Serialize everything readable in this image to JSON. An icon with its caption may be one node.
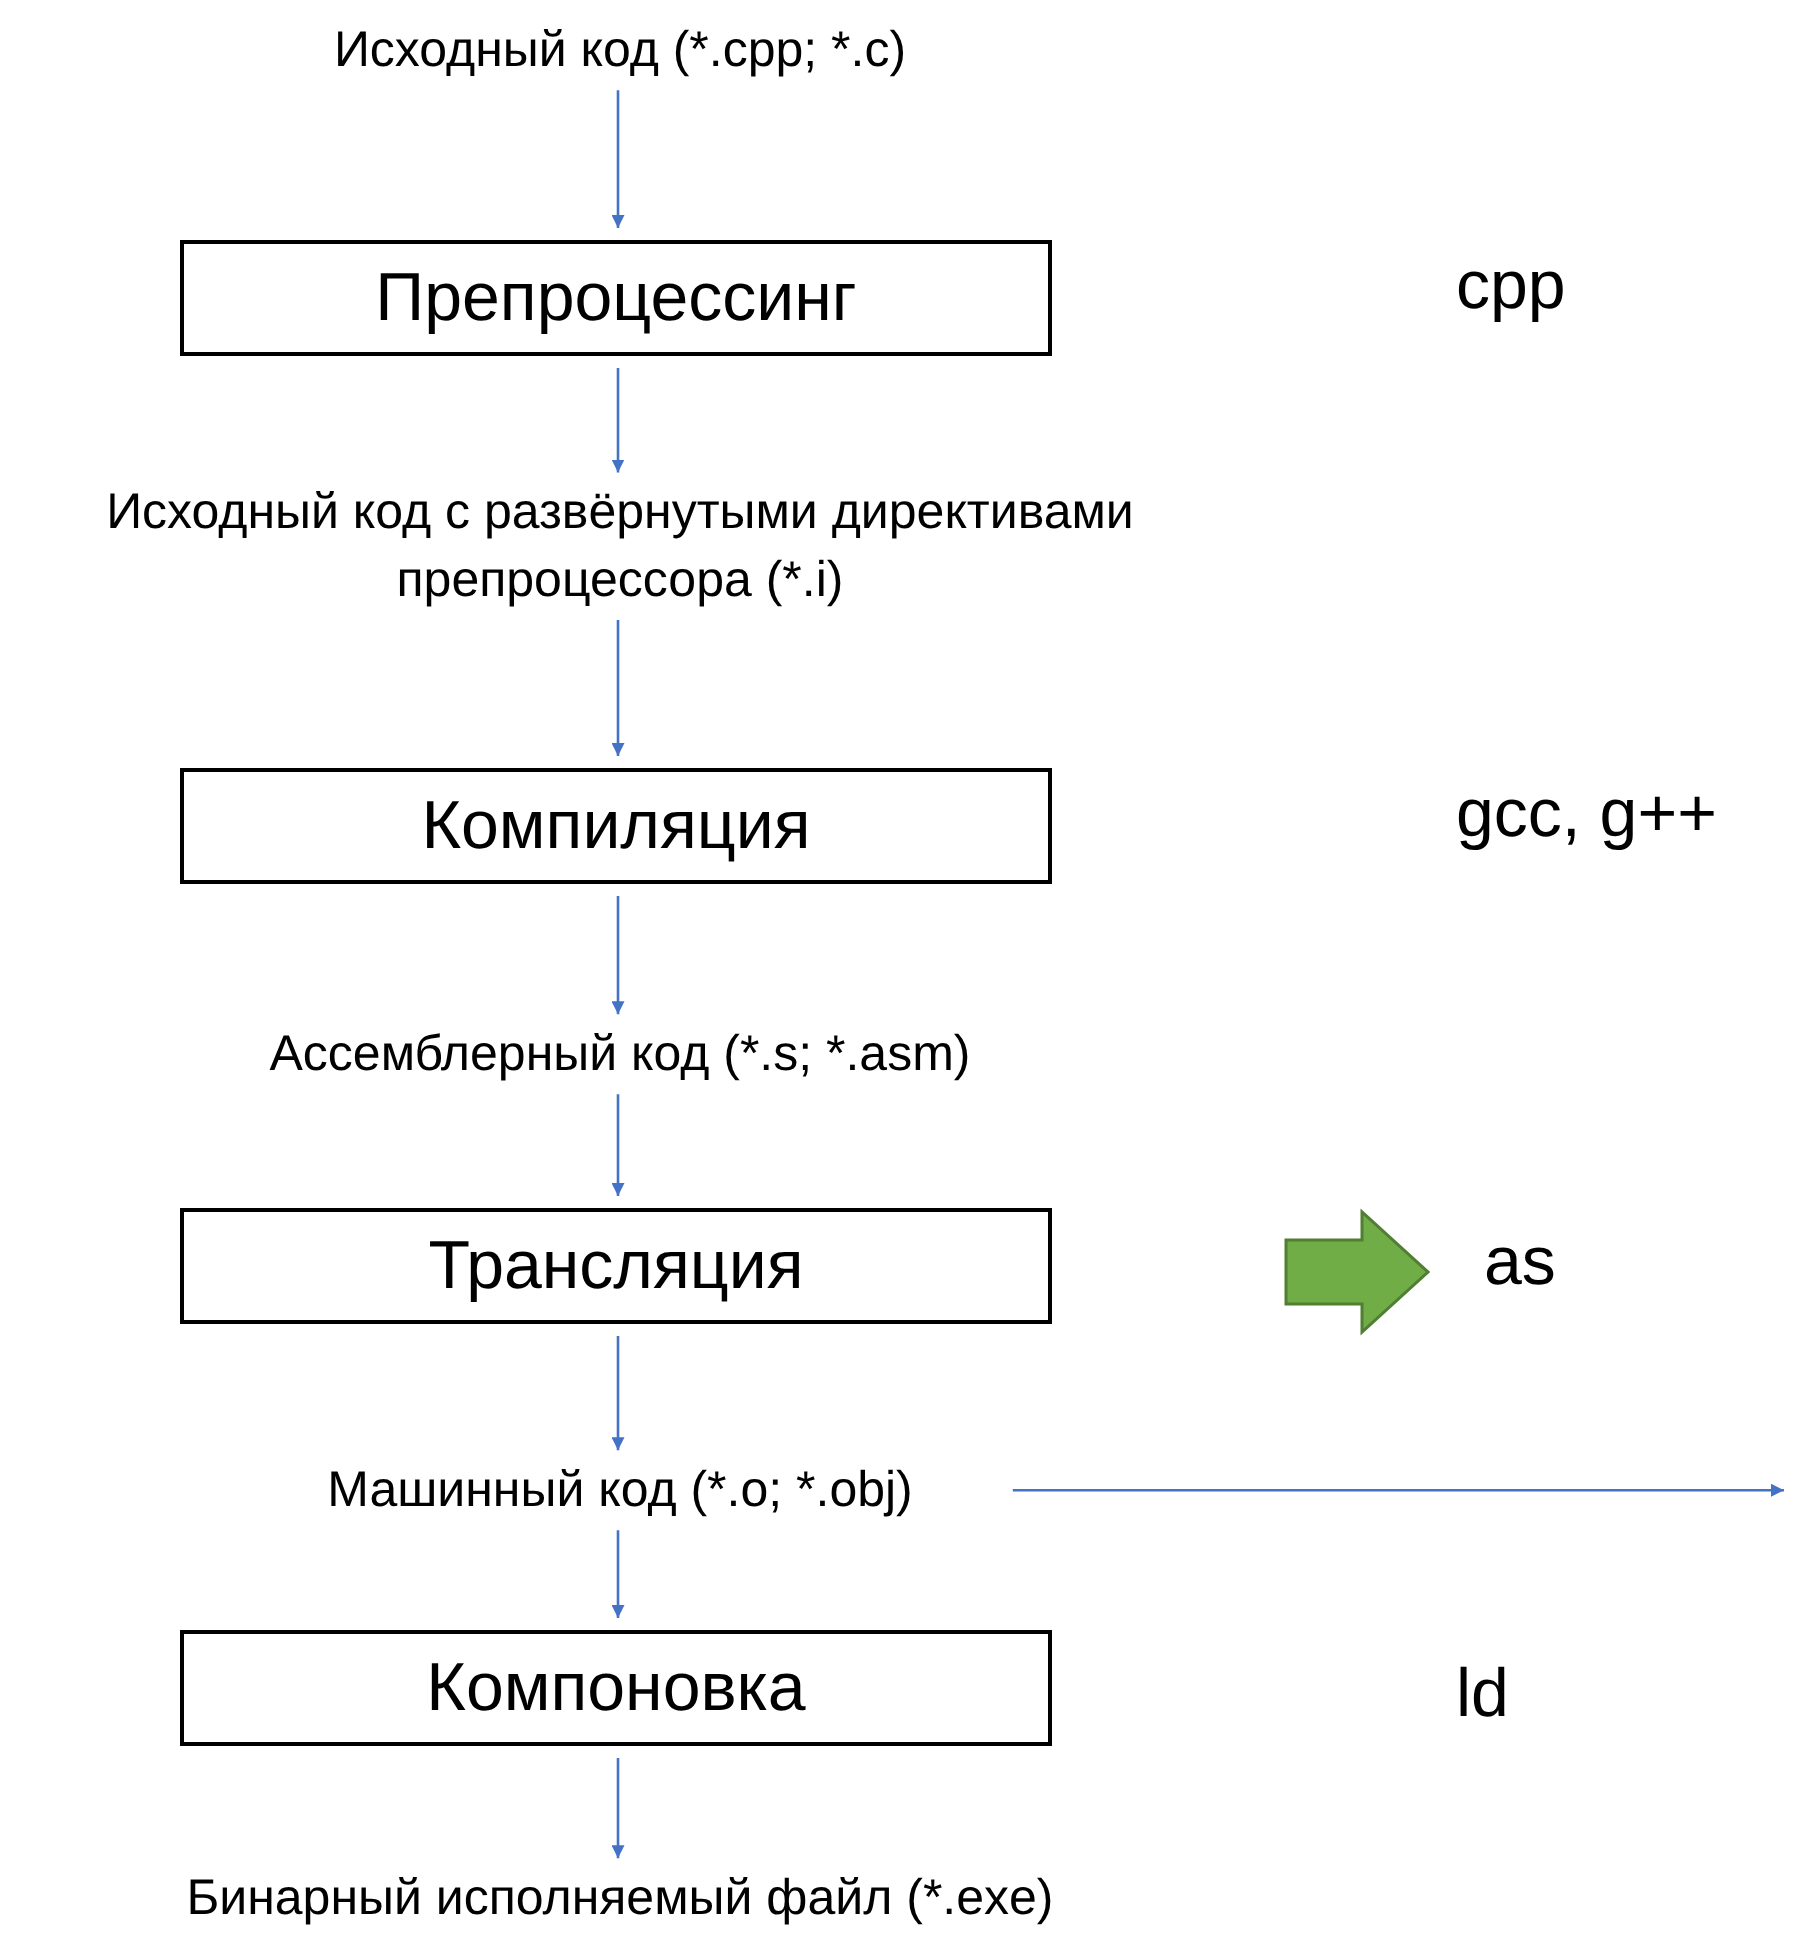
{
  "diagram": {
    "nodes": [
      {
        "text": [
          "Исходный код (*.cpp; *.c)"
        ]
      },
      {
        "text": [
          "Препроцессинг"
        ]
      },
      {
        "text": [
          "Исходный код с развёрнутыми директивами препроцессора (*.i)"
        ]
      },
      {
        "text": [
          "Компиляция"
        ]
      },
      {
        "text": [
          "Ассемблерный код (*.s; *.asm)"
        ]
      },
      {
        "text": [
          "Трансляция"
        ]
      },
      {
        "text": [
          "Машинный код (*.o; *.obj)"
        ]
      },
      {
        "text": [
          "Компоновка"
        ]
      },
      {
        "text": [
          "Бинарный исполняемый файл (*.exe)"
        ]
      }
    ],
    "edges": [
      {
        "from": 0,
        "to": 1,
        "arrow": "to"
      },
      {
        "from": 1,
        "to": 2,
        "arrow": "to"
      },
      {
        "from": 2,
        "to": 3,
        "arrow": "to"
      },
      {
        "from": 3,
        "to": 4,
        "arrow": "to"
      },
      {
        "from": 4,
        "to": 5,
        "arrow": "to"
      },
      {
        "from": 5,
        "to": 6,
        "arrow": "to"
      },
      {
        "from": 6,
        "to": 7,
        "arrow": "to"
      },
      {
        "from": 7,
        "to": 8,
        "arrow": "to"
      },
      {
        "from": 6,
        "to": null,
        "arrow": "to"
      }
    ],
    "labels": [
      "cpp",
      "gcc, g++",
      "as",
      "ld"
    ]
  }
}
